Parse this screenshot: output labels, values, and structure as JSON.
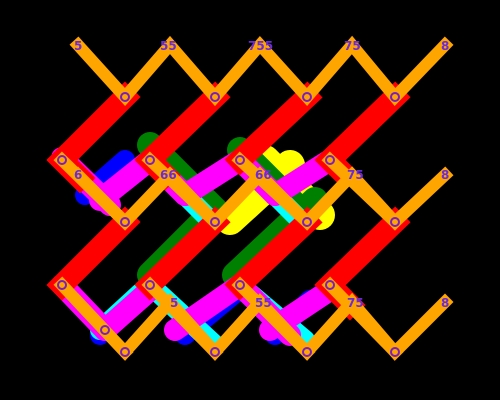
{
  "diagram": {
    "background": "#000000",
    "colors": {
      "orange": "#ffa500",
      "red": "#ff0000",
      "magenta": "#ff00ff",
      "cyan": "#00ffff",
      "green": "#008000",
      "blue": "#0000ff",
      "yellow": "#ffff00",
      "node": "#7a1fbf"
    },
    "labels": [
      {
        "id": "l1",
        "text": "5"
      },
      {
        "id": "l2",
        "text": "55"
      },
      {
        "id": "l3",
        "text": "755"
      },
      {
        "id": "l4",
        "text": "75"
      },
      {
        "id": "l5",
        "text": "8"
      },
      {
        "id": "l6",
        "text": "6"
      },
      {
        "id": "l7",
        "text": "66"
      },
      {
        "id": "l8",
        "text": "66"
      },
      {
        "id": "l9",
        "text": "75"
      },
      {
        "id": "l10",
        "text": "8"
      },
      {
        "id": "l11",
        "text": "5"
      },
      {
        "id": "l12",
        "text": "55"
      },
      {
        "id": "l13",
        "text": "75"
      },
      {
        "id": "l14",
        "text": "8"
      }
    ]
  }
}
